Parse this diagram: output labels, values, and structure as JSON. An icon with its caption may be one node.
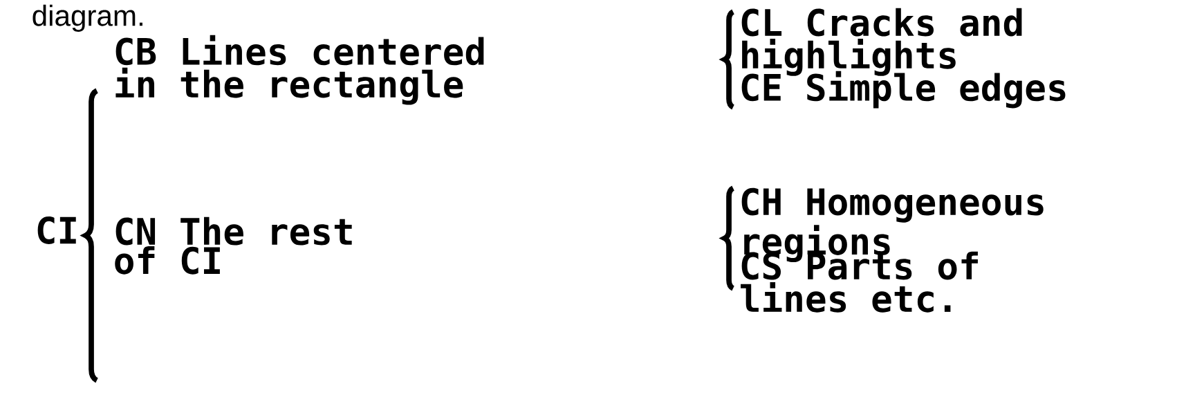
{
  "diagram": {
    "labels": [
      "diagram.",
      "CI",
      "CB Lines centered in the rectangle",
      "CN The rest of CI",
      "CL Cracks and highlights",
      "CE Simple edges",
      "CH Homogeneous regions",
      "CS Parts of lines etc."
    ]
  }
}
